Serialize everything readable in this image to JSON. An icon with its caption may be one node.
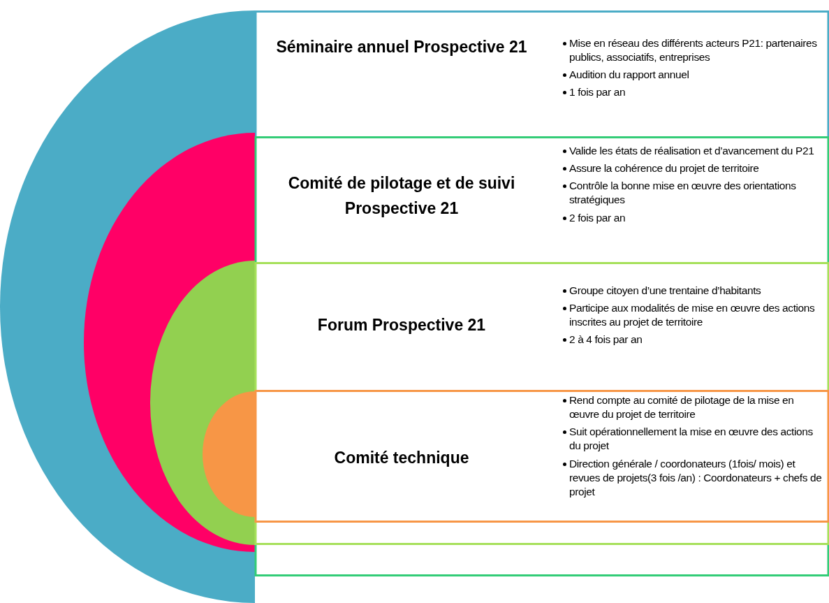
{
  "diagram": {
    "nodes": [
      {
        "text": [
          "Séminaire annuel Prospective 21",
          "Mise en réseau des différents acteurs P21: partenaires publics, associatifs, entreprises",
          "Audition du rapport annuel",
          "1 fois par an"
        ]
      },
      {
        "text": [
          "Comité de pilotage et de suivi Prospective 21",
          "Valide les états de réalisation et d’avancement du P21",
          "Assure la cohérence du projet de territoire",
          "Contrôle la bonne mise en œuvre des orientations stratégiques",
          "2 fois par an"
        ],
        "in": 0
      },
      {
        "text": [
          "Forum Prospective 21",
          "Groupe citoyen d’une trentaine d’habitants",
          "Participe aux modalités de mise en œuvre des actions inscrites au projet de territoire",
          "2 à 4 fois par an"
        ],
        "in": 1
      },
      {
        "text": [
          "Comité technique",
          "Rend compte au comité de pilotage de la mise en œuvre du projet de territoire",
          "Suit opérationnellement la mise en œuvre des actions du projet",
          "Direction générale / coordonateurs (1fois/ mois) et revues de projets(3 fois /an) : Coordonateurs + chefs de projet"
        ],
        "in": 2
      }
    ]
  }
}
